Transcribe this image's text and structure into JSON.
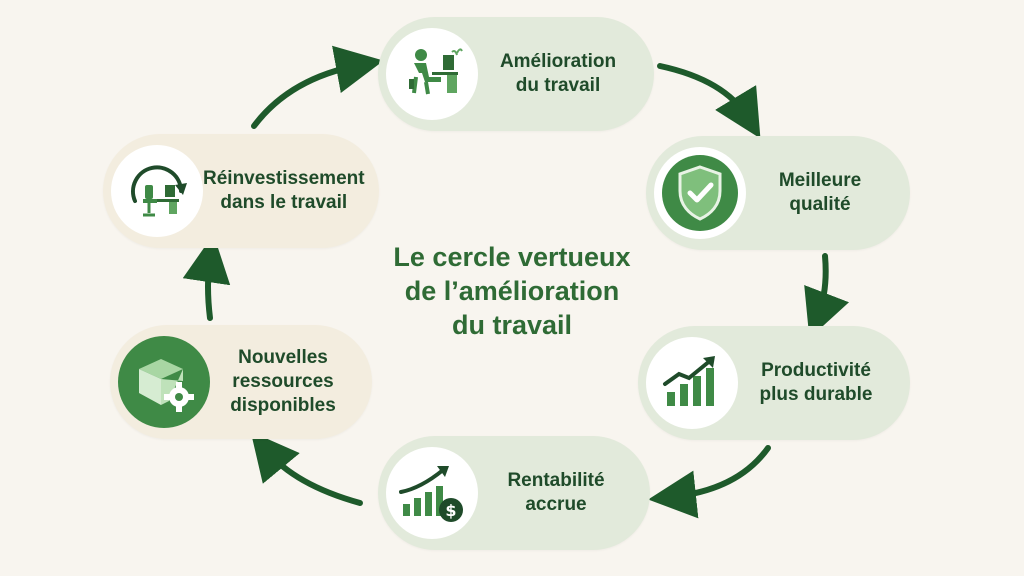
{
  "title": {
    "line1": "Le cercle vertueux",
    "line2": "de l’amélioration",
    "line3": "du travail"
  },
  "steps": [
    {
      "line1": "Amélioration",
      "line2": "du travail",
      "icon": "person-at-desk-icon"
    },
    {
      "line1": "Meilleure",
      "line2": "qualité",
      "icon": "shield-check-icon"
    },
    {
      "line1": "Productivité",
      "line2": "plus durable",
      "icon": "growth-bar-chart-icon"
    },
    {
      "line1": "Rentabilité",
      "line2": "accrue",
      "icon": "revenue-chart-dollar-icon"
    },
    {
      "line1": "Nouvelles",
      "line2": "ressources",
      "line3": "disponibles",
      "icon": "box-gear-icon"
    },
    {
      "line1": "Réinvestissement",
      "line2": "dans le travail",
      "icon": "reinvest-desk-icon"
    }
  ],
  "colors": {
    "accent": "#3f8a46",
    "dark_green": "#1f4b2a",
    "arrow": "#1e5a2b",
    "title": "#2f6b35"
  }
}
